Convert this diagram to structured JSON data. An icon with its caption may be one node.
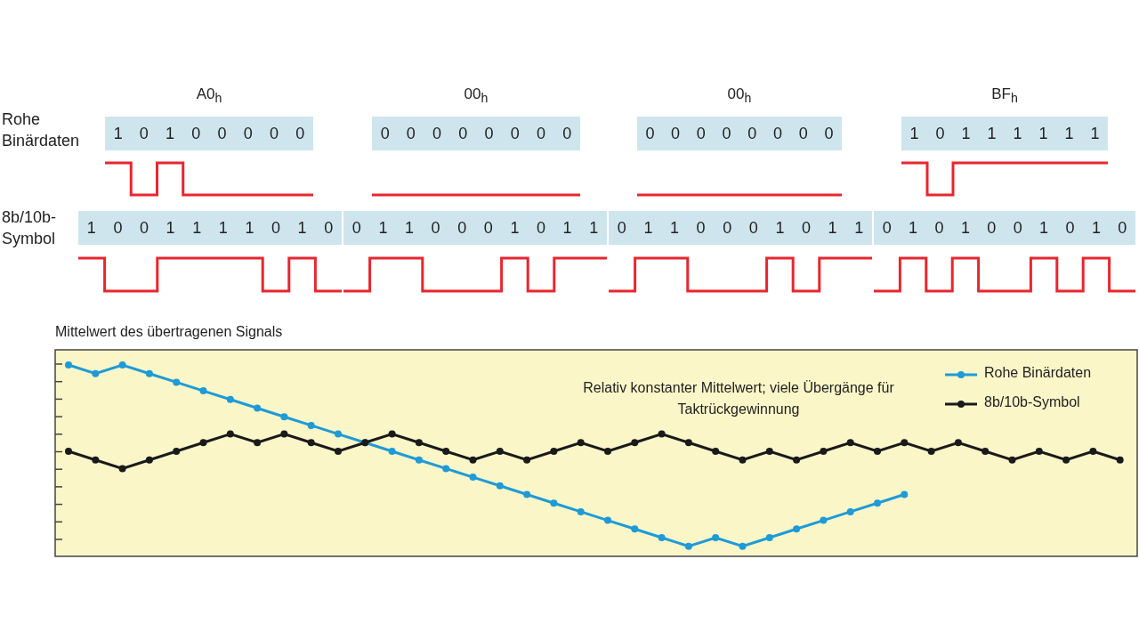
{
  "diagram": {
    "labels": [
      "A0$_{h}$",
      "00$_{h}$",
      "00$_{h}$",
      "BF$_{h}$",
      "Rohe Binärdaten",
      "1 0 1 0 0 0 0 0",
      "0 0 0 0 0 0 0 0",
      "0 0 0 0 0 0 0 0",
      "1 0 1 1 1 1 1 1",
      "8b/10b-Symbol",
      "1 0 0 1 1 1 1 0 1 0",
      "0 1 1 0 0 0 1 0 1 1",
      "0 1 1 0 0 0 1 0 1 1",
      "0 1 0 1 0 0 1 0 1 0",
      "Mittelwert des übertragenen Signals",
      "Relativ konstanter Mittelwert; viele Übergänge für Taktrückgewinnung"
    ],
    "legend": [
      {
        "text": "Rohe Binärdaten"
      },
      {
        "text": "8b/10b-Symbol"
      }
    ]
  }
}
